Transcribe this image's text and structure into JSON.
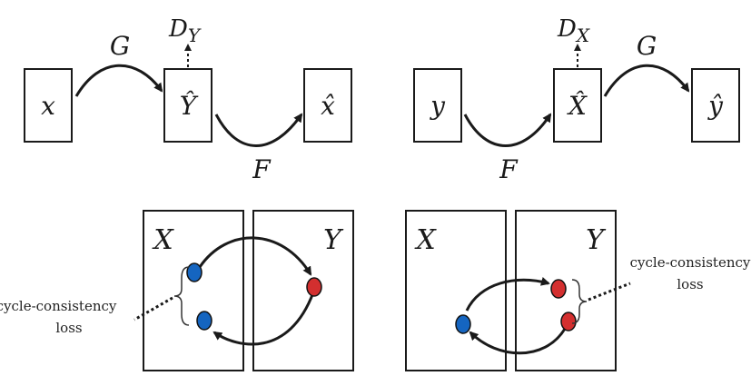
{
  "top_left": {
    "nodes": {
      "input": "x",
      "generated": "Ŷ",
      "reconstructed": "x̂"
    },
    "arrows": {
      "forward": "G",
      "backward": "F"
    },
    "discriminator": "D",
    "discriminator_sub": "Y"
  },
  "top_right": {
    "nodes": {
      "input": "y",
      "generated": "X̂",
      "reconstructed": "ŷ"
    },
    "arrows": {
      "forward": "F",
      "backward": "G"
    },
    "discriminator": "D",
    "discriminator_sub": "X"
  },
  "bottom_left": {
    "domain_x": "X",
    "domain_y": "Y",
    "loss_label_line1": "cycle-consistency",
    "loss_label_line2": "loss"
  },
  "bottom_right": {
    "domain_x": "X",
    "domain_y": "Y",
    "loss_label_line1": "cycle-consistency",
    "loss_label_line2": "loss"
  },
  "colors": {
    "x_domain_point": "#1565c0",
    "y_domain_point": "#d32f2f",
    "stroke": "#1a1a1a"
  }
}
